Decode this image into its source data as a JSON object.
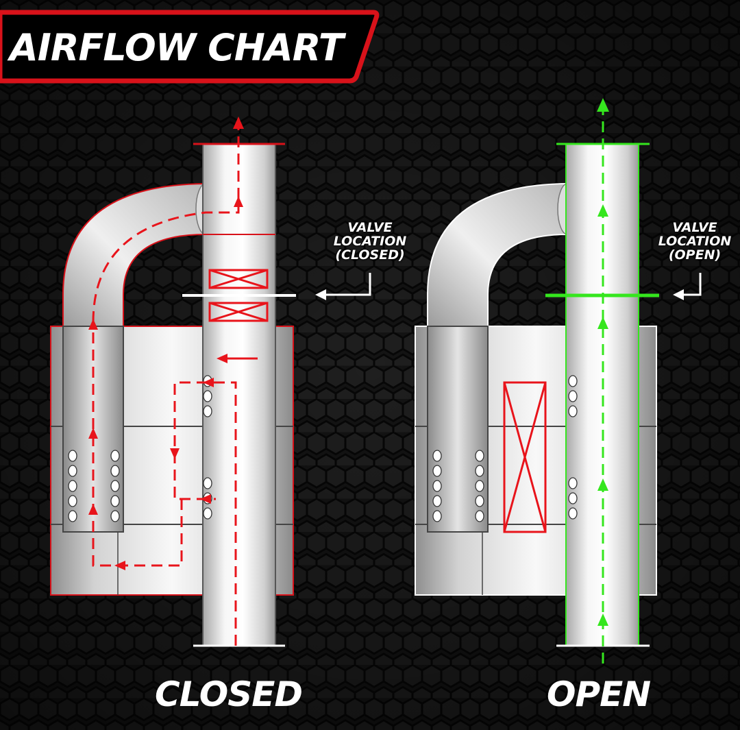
{
  "title": "AIRFLOW CHART",
  "colors": {
    "background": "#141414",
    "closed_flow": "#e8141b",
    "open_flow": "#35e61e",
    "banner_accent": "#d8121a",
    "text": "#ffffff"
  },
  "panels": {
    "closed": {
      "state_label": "CLOSED",
      "valve_label": [
        "VALVE",
        "LOCATION",
        "(CLOSED)"
      ]
    },
    "open": {
      "state_label": "OPEN",
      "valve_label": [
        "VALVE",
        "LOCATION",
        "(OPEN)"
      ]
    }
  }
}
